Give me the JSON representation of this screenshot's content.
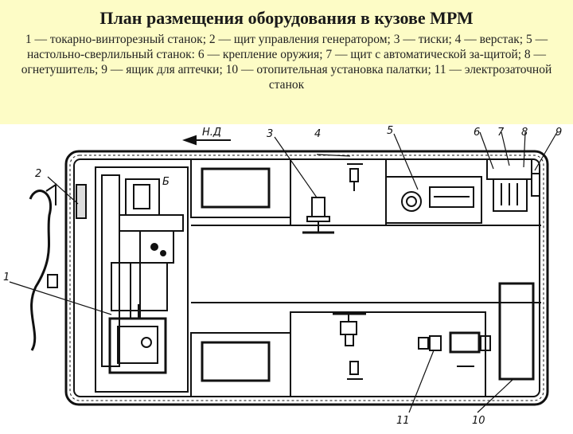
{
  "title": "План размещения оборудования в кузове МРМ",
  "caption": "1 — токарно-винторезный станок; 2 — щит управления генератором; 3 — тиски; 4 — верстак; 5 — настольно-сверлильный станок: 6 — крепление оружия; 7 — щит с автоматической за-щитой; 8 — огнетушитель; 9 — ящик для аптечки;   10 — отопительная установка палатки; 11 — электрозаточной станок",
  "diagram": {
    "direction_label": "Н.Д",
    "labels": {
      "n1": "1",
      "n2": "2",
      "n3": "3",
      "n4": "4",
      "n5": "5",
      "n6": "6",
      "n7": "7",
      "n8": "8",
      "n9": "9",
      "n10": "10",
      "n11": "11",
      "part_b": "Б"
    },
    "colors": {
      "header_bg": "#fdfcc6",
      "line": "#111111"
    }
  }
}
